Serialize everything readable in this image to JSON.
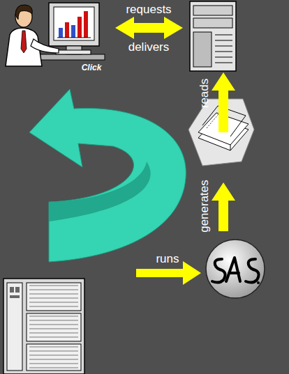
{
  "diagram": {
    "labels": [
      "requests",
      "delivers",
      "Click",
      "reads",
      "generates",
      "runs"
    ]
  }
}
